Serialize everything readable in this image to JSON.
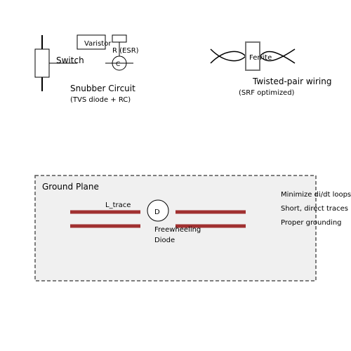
{
  "snubber": {
    "switch_label": "Switch",
    "varistor_label": "Varistor",
    "resistor_label": "R (ESR)",
    "capacitor_label": "C",
    "title": "Snubber Circuit",
    "subtitle": "(TVS diode + RC)"
  },
  "twisted_pair": {
    "ferrite_label": "Ferrite",
    "title": "Twisted-pair wiring",
    "subtitle": "(SRF optimized)"
  },
  "ground_plane": {
    "title": "Ground Plane",
    "trace_label": "L_trace",
    "diode_symbol": "D",
    "diode_label_line1": "Freewheeling",
    "diode_label_line2": "Diode"
  },
  "notes": [
    "Minimize di/dt loops",
    "Short, direct traces",
    "Proper grounding"
  ],
  "colors": {
    "trace": "#a03030",
    "plane_fill": "#f0f0f0",
    "plane_border": "#555555"
  }
}
